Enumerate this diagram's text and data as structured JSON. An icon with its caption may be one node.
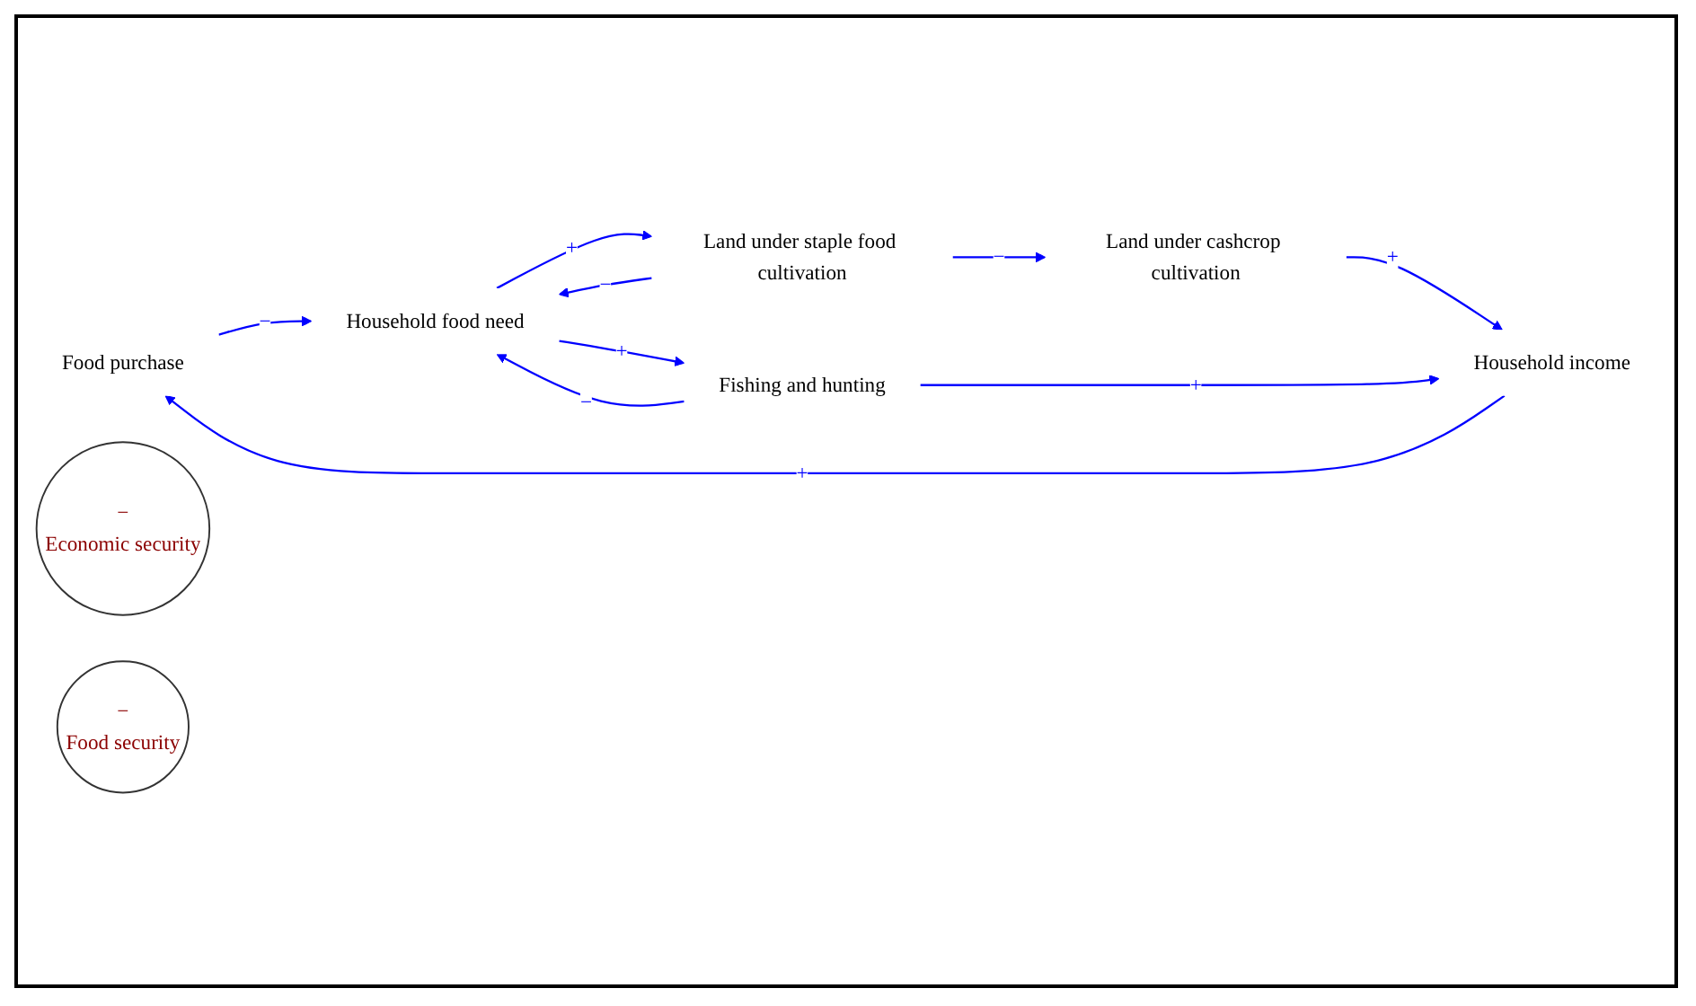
{
  "diagram": {
    "nodes": [
      {
        "text": [
          "Food purchase"
        ]
      },
      {
        "text": [
          "Household food need"
        ]
      },
      {
        "text": [
          "Household income"
        ]
      },
      {
        "text": [
          "−",
          "Economic security"
        ]
      },
      {
        "text": [
          "−",
          "Food security"
        ]
      },
      {
        "text": [
          "Fishing and hunting"
        ]
      },
      {
        "text": [
          "Land under staple food cultivation"
        ]
      },
      {
        "text": [
          "Land under cashcrop cultivation"
        ]
      }
    ],
    "edges": [
      {
        "from": 2,
        "to": 0,
        "arrow": "to",
        "label": "+"
      },
      {
        "from": 0,
        "to": 1,
        "arrow": "to",
        "label": "−"
      },
      {
        "from": 1,
        "to": 6,
        "arrow": "to",
        "label": "+"
      },
      {
        "from": 1,
        "to": 5,
        "arrow": "to",
        "label": "+"
      },
      {
        "from": 5,
        "to": 1,
        "arrow": "to",
        "label": "−"
      },
      {
        "from": 6,
        "to": 1,
        "arrow": "to",
        "label": "−"
      },
      {
        "from": 6,
        "to": 7,
        "arrow": "to",
        "label": "−"
      },
      {
        "from": 7,
        "to": 2,
        "arrow": "to",
        "label": "+"
      },
      {
        "from": 5,
        "to": 2,
        "arrow": "to",
        "label": "+"
      }
    ]
  }
}
